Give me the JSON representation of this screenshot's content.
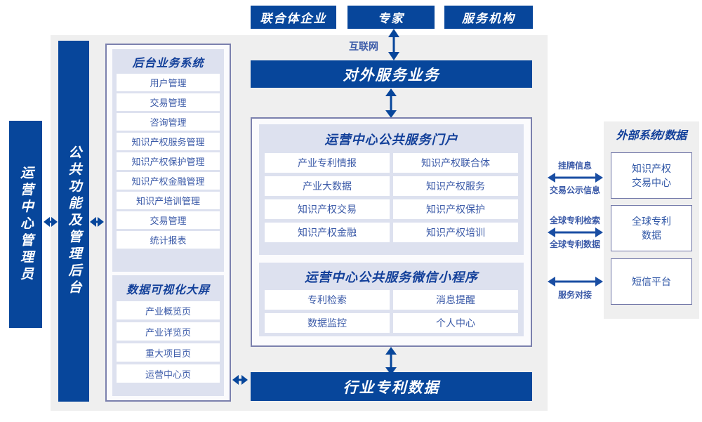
{
  "top_actors": [
    {
      "label": "联合体企业"
    },
    {
      "label": "专家"
    },
    {
      "label": "服务机构"
    }
  ],
  "internet_label": "互联网",
  "external_service": {
    "label": "对外服务业务"
  },
  "left_roles": [
    {
      "name": "operation-center-admin",
      "label": "运营中心管理员"
    },
    {
      "name": "common-function-admin-backend",
      "label": "公共功能及管理后台"
    }
  ],
  "backend_system": {
    "title": "后台业务系统",
    "items": [
      {
        "label": "用户管理"
      },
      {
        "label": "交易管理"
      },
      {
        "label": "咨询管理"
      },
      {
        "label": "知识产权服务管理"
      },
      {
        "label": "知识产权保护管理"
      },
      {
        "label": "知识产权金融管理"
      },
      {
        "label": "知识产培训管理"
      },
      {
        "label": "交易管理"
      },
      {
        "label": "统计报表"
      }
    ]
  },
  "data_visualization": {
    "title": "数据可视化大屏",
    "items": [
      {
        "label": "产业概览页"
      },
      {
        "label": "产业详览页"
      },
      {
        "label": "重大项目页"
      },
      {
        "label": "运营中心页"
      }
    ]
  },
  "public_portal": {
    "title": "运营中心公共服务门户",
    "items": [
      {
        "label": "产业专利情报"
      },
      {
        "label": "知识产权联合体"
      },
      {
        "label": "产业大数据"
      },
      {
        "label": "知识产权服务"
      },
      {
        "label": "知识产权交易"
      },
      {
        "label": "知识产权保护"
      },
      {
        "label": "知识产权金融"
      },
      {
        "label": "知识产权培训"
      }
    ]
  },
  "mini_program": {
    "title": "运营中心公共服务微信小程序",
    "items": [
      {
        "label": "专利检索"
      },
      {
        "label": "消息提醒"
      },
      {
        "label": "数据监控"
      },
      {
        "label": "个人中心"
      }
    ]
  },
  "industry_data": {
    "label": "行业专利数据"
  },
  "external": {
    "title": "外部系统/数据",
    "boxes": [
      {
        "label": "知识产权\n交易中心",
        "line1": "知识产权",
        "line2": "交易中心"
      },
      {
        "label": "全球专利\n数据",
        "line1": "全球专利",
        "line2": "数据"
      },
      {
        "label": "短信平台",
        "line1": "短信平台",
        "line2": ""
      }
    ],
    "connector_labels": [
      {
        "above": "挂牌信息",
        "below": "交易公示信息"
      },
      {
        "above": "全球专利检索",
        "below": "全球专利数据"
      },
      {
        "above": "",
        "below": "服务对接"
      }
    ]
  },
  "colors": {
    "deep_blue": "#07469b",
    "panel_lavender": "#dde1ef",
    "container_gray": "#efefef",
    "frame_border": "#7b80ad",
    "text_blue": "#3b5aa8",
    "title_blue": "#13409a"
  }
}
